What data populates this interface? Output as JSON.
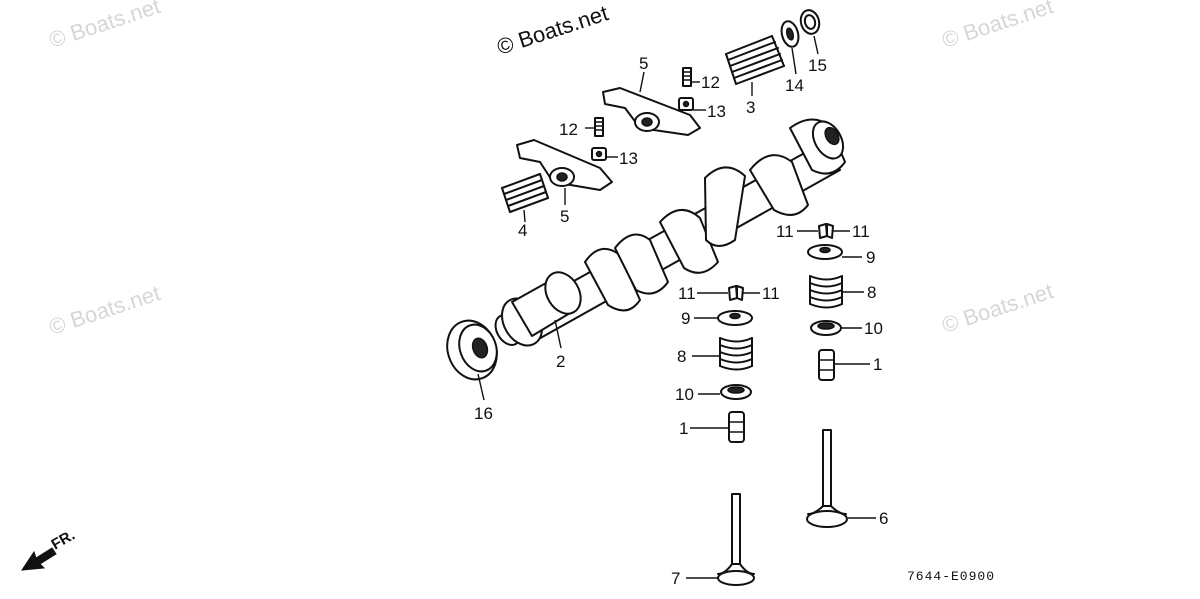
{
  "watermarks": {
    "main": "© Boats.net",
    "faint": "© Boats.net"
  },
  "diagram_code": "7644-E0900",
  "front_indicator": "FR.",
  "callouts": {
    "p1": "1",
    "p2": "2",
    "p3": "3",
    "p4": "4",
    "p5": "5",
    "p6": "6",
    "p7": "7",
    "p8": "8",
    "p9": "9",
    "p10": "10",
    "p11": "11",
    "p12": "12",
    "p13": "13",
    "p14": "14",
    "p15": "15",
    "p16": "16"
  },
  "colors": {
    "ink": "#111111",
    "watermark": "#d6d6d6",
    "background": "#ffffff"
  }
}
